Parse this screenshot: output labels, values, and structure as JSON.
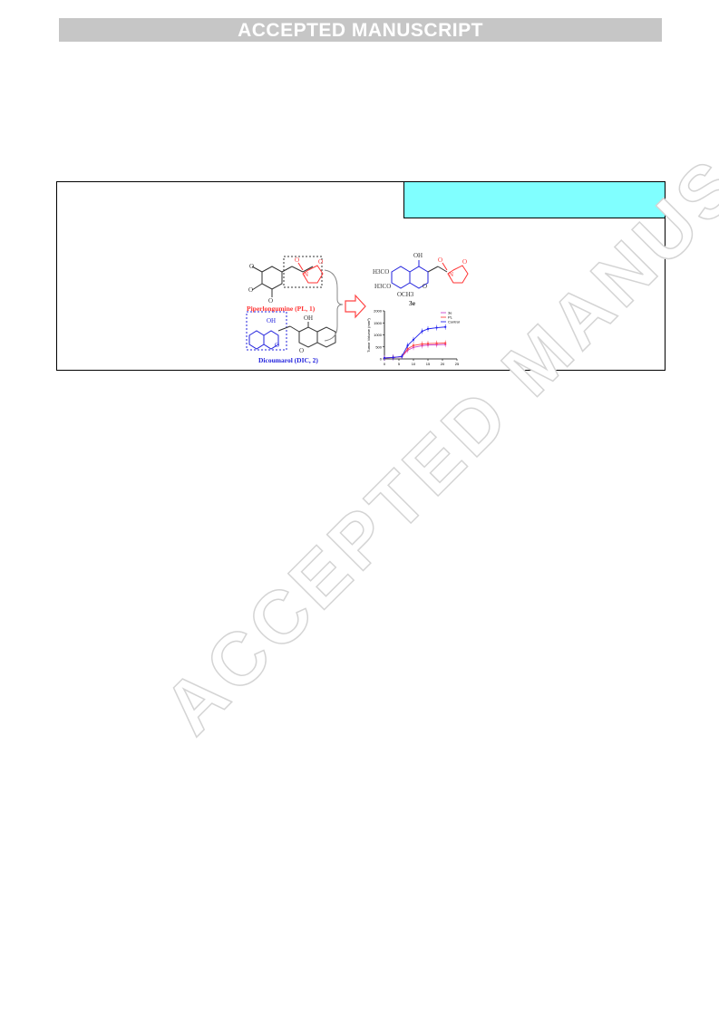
{
  "banner": {
    "text": "ACCEPTED MANUSCRIPT"
  },
  "watermark": {
    "text": "ACCEPTED MANUSCRIPT"
  },
  "graphical_abstract": {
    "compound1_label": "Piperlongumine (PL, 1)",
    "compound2_label": "Dicoumarol (DIC, 2)",
    "product_label": "3e",
    "oh_label": "OH",
    "h3co_top": "H3CO",
    "h3co_bottom": "H3CO",
    "och3": "OCH3",
    "o_label": "O",
    "n_label": "N",
    "colors": {
      "pl": "#ff3333",
      "dic": "#2222dd",
      "cyan_box": "#80ffff",
      "banner": "#c6c6c6"
    }
  },
  "chart_data": {
    "type": "line",
    "ylabel": "Tumor Volume (mm³)",
    "xlabel": "",
    "x_ticks": [
      "0",
      "5",
      "10",
      "15",
      "20",
      "25"
    ],
    "y_ticks": [
      "0",
      "500",
      "1000",
      "1500",
      "2000"
    ],
    "xlim": [
      0,
      25
    ],
    "ylim": [
      0,
      2000
    ],
    "series": [
      {
        "name": "3e",
        "color": "#cc44cc",
        "x": [
          0,
          3,
          6,
          8,
          10,
          13,
          15,
          18,
          21
        ],
        "y": [
          40,
          60,
          90,
          360,
          480,
          550,
          580,
          590,
          600
        ]
      },
      {
        "name": "PL",
        "color": "#ff4444",
        "x": [
          0,
          3,
          6,
          8,
          10,
          13,
          15,
          18,
          21
        ],
        "y": [
          40,
          60,
          95,
          420,
          560,
          620,
          640,
          650,
          660
        ]
      },
      {
        "name": "Control",
        "color": "#2222ee",
        "x": [
          0,
          3,
          6,
          8,
          10,
          13,
          15,
          18,
          21
        ],
        "y": [
          40,
          60,
          100,
          560,
          800,
          1150,
          1250,
          1300,
          1330
        ]
      }
    ]
  }
}
